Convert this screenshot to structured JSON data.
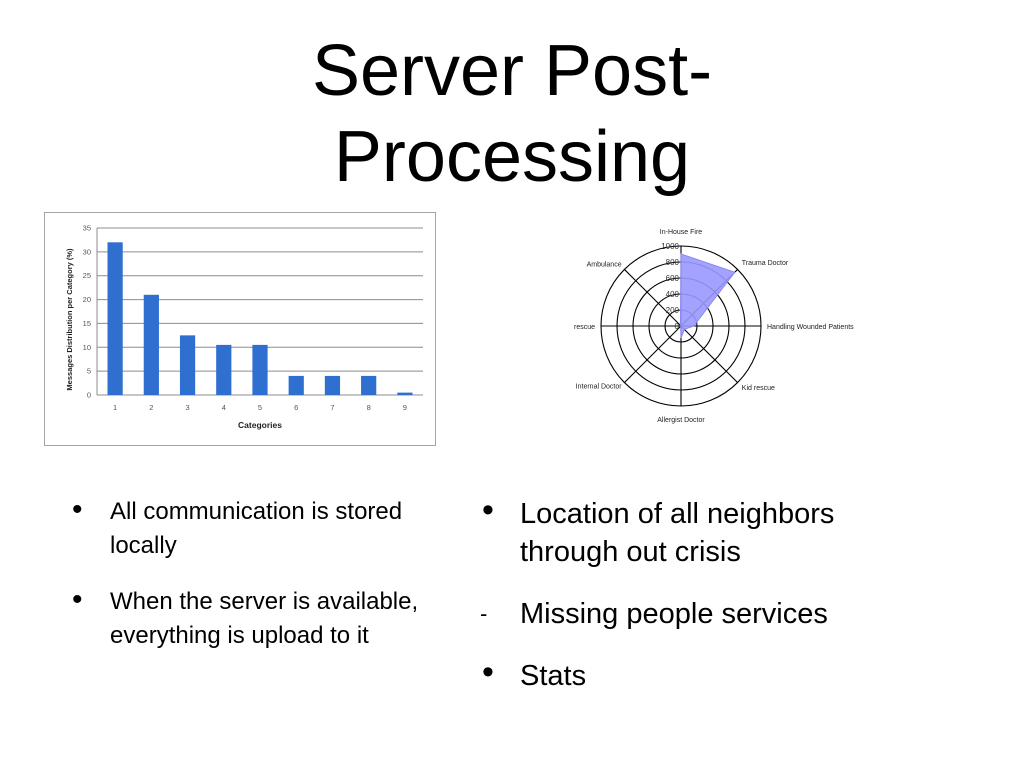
{
  "slide": {
    "title_line1": "Server Post-",
    "title_line2": "Processing"
  },
  "left_bullets": [
    {
      "marker": "•",
      "text": "All communication is stored locally"
    },
    {
      "marker": "•",
      "text": "When the server is available, everything is upload to it"
    }
  ],
  "right_bullets": [
    {
      "marker": "•",
      "text": "Location of all neighbors through out crisis"
    },
    {
      "marker": "-",
      "text": "Missing people services"
    },
    {
      "marker": "•",
      "text": "Stats"
    }
  ],
  "chart_data": [
    {
      "type": "bar",
      "title": "",
      "xlabel": "Categories",
      "ylabel": "Messages Distribution per Category (%)",
      "categories": [
        "1",
        "2",
        "3",
        "4",
        "5",
        "6",
        "7",
        "8",
        "9"
      ],
      "values": [
        32,
        21,
        12.5,
        10.5,
        10.5,
        4,
        4,
        4,
        0.5
      ],
      "ylim": [
        0,
        35
      ],
      "yticks": [
        0,
        5,
        10,
        15,
        20,
        25,
        30,
        35
      ],
      "grid": true,
      "bar_color": "#2f6fcf",
      "frame_color": "#a6a6a6"
    },
    {
      "type": "radar",
      "title": "",
      "axes": [
        "In-House Fire",
        "Trauma Doctor",
        "Handling Wounded Patients",
        "Kid rescue",
        "Allergist Doctor",
        "Internal Doctor",
        "rescue",
        "Ambulance"
      ],
      "values": [
        900,
        950,
        160,
        60,
        150,
        5,
        5,
        10
      ],
      "rlim": [
        0,
        1000
      ],
      "rticks": [
        0,
        200,
        400,
        600,
        800,
        1000
      ],
      "fill_color": "#9999ff"
    }
  ]
}
